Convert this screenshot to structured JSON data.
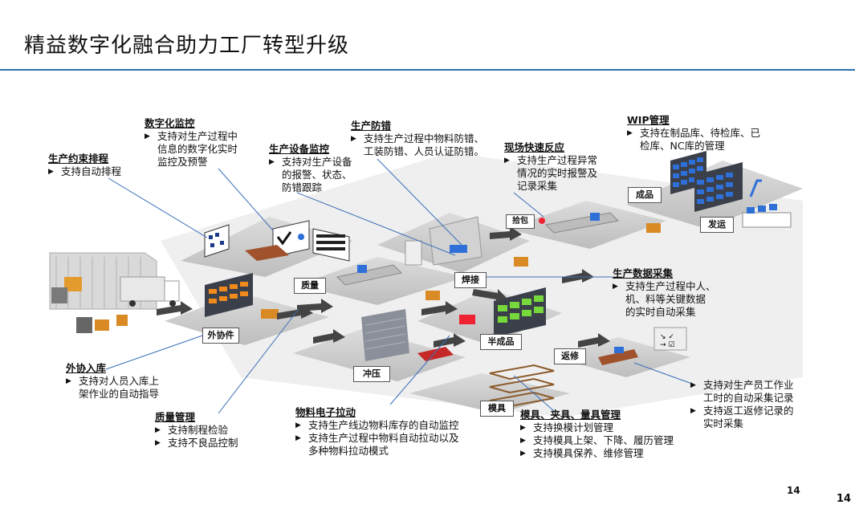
{
  "title": "精益数字化融合助力工厂转型升级",
  "annotations": {
    "schedule": {
      "heading": "生产约束排程",
      "items": [
        "支持自动排程"
      ]
    },
    "digital_monitor": {
      "heading": "数字化监控",
      "items": [
        "支持对生产过程中",
        "信息的数字化实时",
        "监控及预警"
      ]
    },
    "equipment": {
      "heading": "生产设备监控",
      "items": [
        "支持对生产设备",
        "的报警、状态、",
        "防错跟踪"
      ]
    },
    "error_proof": {
      "heading": "生产防错",
      "items": [
        "支持生产过程中物料防错、",
        "工装防错、人员认证防错。"
      ]
    },
    "quick_response": {
      "heading": "现场快速反应",
      "items": [
        "支持生产过程异常",
        "情况的实时报警及",
        "记录采集"
      ]
    },
    "wip": {
      "heading": "WIP管理",
      "items": [
        "支持在制品库、待检库、已",
        "检库、NC库的管理"
      ]
    },
    "data_collect": {
      "heading": "生产数据采集",
      "items": [
        "支持生产过程中人、",
        "机、料等关键数据",
        "的实时自动采集"
      ]
    },
    "outsource_in": {
      "heading": "外协入库",
      "items": [
        "支持对人员入库上",
        "架作业的自动指导"
      ]
    },
    "quality": {
      "heading": "质量管理",
      "items": [
        "支持制程检验",
        "支持不良品控制"
      ]
    },
    "material_pull": {
      "heading": "物料电子拉动",
      "items": [
        "支持生产线边物料库存的自动监控",
        "支持生产过程中物料自动拉动以及",
        "多种物料拉动模式"
      ]
    },
    "mold": {
      "heading": "模具、夹具、量具管理",
      "items": [
        "支持换模计划管理",
        "支持模具上架、下降、履历管理",
        "支持模具保养、维修管理"
      ]
    },
    "rework": {
      "items": [
        "支持对生产员工作业",
        "工时的自动采集记录",
        "支持返工返修记录的",
        "实时采集"
      ]
    }
  },
  "zones": {
    "finished": "成品",
    "ship": "发运",
    "pick": "拾包",
    "weld": "焊接",
    "quality": "质量",
    "outsource": "外协件",
    "semi": "半成品",
    "rework": "返修",
    "stamp": "冲压",
    "mold": "模具"
  },
  "page_numbers": {
    "inner": "14",
    "outer": "14"
  },
  "colors": {
    "rule": "#2f6fb1",
    "floor": "#c9c9c9",
    "rack_blue": "#2e6fd8",
    "rack_orange": "#f08a1c",
    "rack_green": "#76d83a",
    "leader": "#3a6fb8"
  }
}
